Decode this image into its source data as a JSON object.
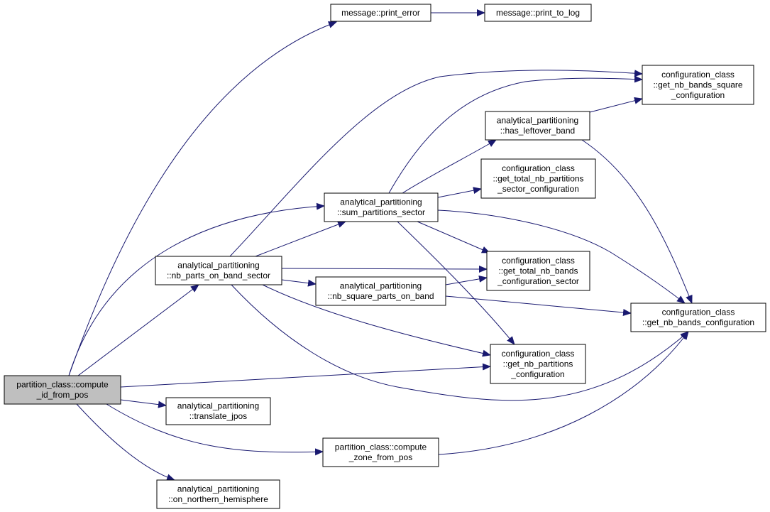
{
  "colors": {
    "node_border": "#000000",
    "node_fill": "#ffffff",
    "root_fill": "#bfbfbf",
    "edge": "#191970",
    "text": "#000000"
  },
  "nodes": [
    {
      "id": "compute_id",
      "lines": [
        "partition_class::compute",
        "_id_from_pos"
      ],
      "root": true
    },
    {
      "id": "nb_parts_on_band_sector",
      "lines": [
        "analytical_partitioning",
        "::nb_parts_on_band_sector"
      ]
    },
    {
      "id": "translate_jpos",
      "lines": [
        "analytical_partitioning",
        "::translate_jpos"
      ]
    },
    {
      "id": "on_northern",
      "lines": [
        "analytical_partitioning",
        "::on_northern_hemisphere"
      ]
    },
    {
      "id": "print_error",
      "lines": [
        "message::print_error"
      ]
    },
    {
      "id": "print_to_log",
      "lines": [
        "message::print_to_log"
      ]
    },
    {
      "id": "sum_partitions_sector",
      "lines": [
        "analytical_partitioning",
        "::sum_partitions_sector"
      ]
    },
    {
      "id": "nb_square_parts_on_band",
      "lines": [
        "analytical_partitioning",
        "::nb_square_parts_on_band"
      ]
    },
    {
      "id": "compute_zone",
      "lines": [
        "partition_class::compute",
        "_zone_from_pos"
      ]
    },
    {
      "id": "has_leftover_band",
      "lines": [
        "analytical_partitioning",
        "::has_leftover_band"
      ]
    },
    {
      "id": "get_total_nb_partitions",
      "lines": [
        "configuration_class",
        "::get_total_nb_partitions",
        "_sector_configuration"
      ]
    },
    {
      "id": "get_total_nb_bands",
      "lines": [
        "configuration_class",
        "::get_total_nb_bands",
        "_configuration_sector"
      ]
    },
    {
      "id": "get_nb_partitions",
      "lines": [
        "configuration_class",
        "::get_nb_partitions",
        "_configuration"
      ]
    },
    {
      "id": "get_nb_bands_square",
      "lines": [
        "configuration_class",
        "::get_nb_bands_square",
        "_configuration"
      ]
    },
    {
      "id": "get_nb_bands_configuration",
      "lines": [
        "configuration_class",
        "::get_nb_bands_configuration"
      ]
    }
  ],
  "edges": [
    {
      "from": "compute_id",
      "to": "print_error"
    },
    {
      "from": "compute_id",
      "to": "sum_partitions_sector"
    },
    {
      "from": "compute_id",
      "to": "nb_parts_on_band_sector"
    },
    {
      "from": "compute_id",
      "to": "get_nb_partitions"
    },
    {
      "from": "compute_id",
      "to": "translate_jpos"
    },
    {
      "from": "compute_id",
      "to": "compute_zone"
    },
    {
      "from": "compute_id",
      "to": "on_northern"
    },
    {
      "from": "print_error",
      "to": "print_to_log"
    },
    {
      "from": "nb_parts_on_band_sector",
      "to": "get_nb_bands_square"
    },
    {
      "from": "nb_parts_on_band_sector",
      "to": "sum_partitions_sector"
    },
    {
      "from": "nb_parts_on_band_sector",
      "to": "get_total_nb_bands"
    },
    {
      "from": "nb_parts_on_band_sector",
      "to": "nb_square_parts_on_band"
    },
    {
      "from": "nb_parts_on_band_sector",
      "to": "get_nb_partitions"
    },
    {
      "from": "nb_parts_on_band_sector",
      "to": "get_nb_bands_configuration"
    },
    {
      "from": "sum_partitions_sector",
      "to": "get_nb_bands_square"
    },
    {
      "from": "sum_partitions_sector",
      "to": "has_leftover_band"
    },
    {
      "from": "sum_partitions_sector",
      "to": "get_total_nb_partitions"
    },
    {
      "from": "sum_partitions_sector",
      "to": "get_total_nb_bands"
    },
    {
      "from": "sum_partitions_sector",
      "to": "get_nb_partitions"
    },
    {
      "from": "sum_partitions_sector",
      "to": "get_nb_bands_configuration"
    },
    {
      "from": "has_leftover_band",
      "to": "get_nb_bands_square"
    },
    {
      "from": "has_leftover_band",
      "to": "get_nb_bands_configuration"
    },
    {
      "from": "nb_square_parts_on_band",
      "to": "get_total_nb_bands"
    },
    {
      "from": "nb_square_parts_on_band",
      "to": "get_nb_bands_configuration"
    },
    {
      "from": "compute_zone",
      "to": "get_nb_bands_configuration"
    }
  ]
}
